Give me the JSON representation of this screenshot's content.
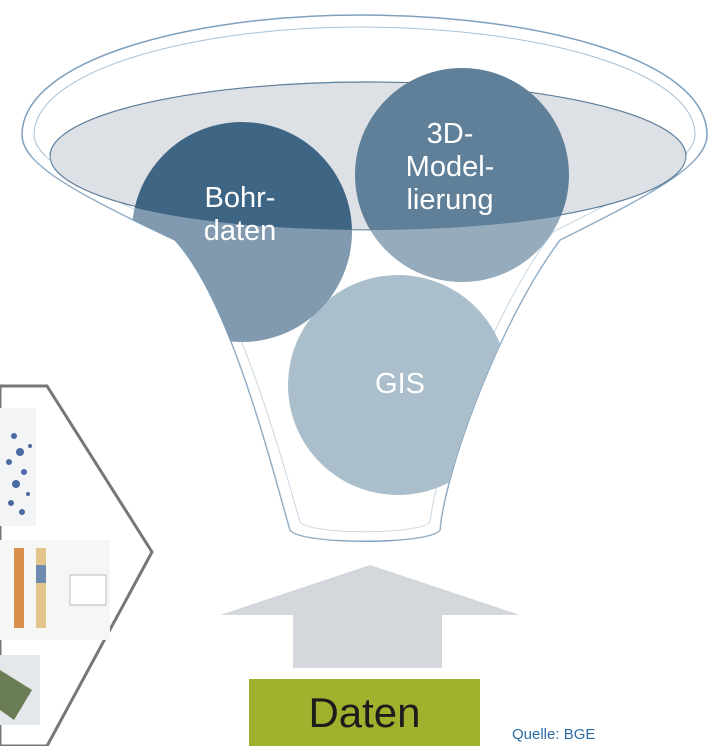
{
  "circles": {
    "bohrdaten": "Bohr-\ndaten",
    "modellierung": "3D-\nModel-\nlierung",
    "gis": "GIS"
  },
  "input_label": "Daten",
  "source": "Quelle: BGE",
  "colors": {
    "bohrdaten": "#3e6584",
    "modellierung": "#5f8098",
    "gis": "#7f9bb0",
    "funnel_rim": "#dde1e6",
    "arrow": "#d4d8dc",
    "input_box": "#a2b12d",
    "source_text": "#2a6da4"
  }
}
